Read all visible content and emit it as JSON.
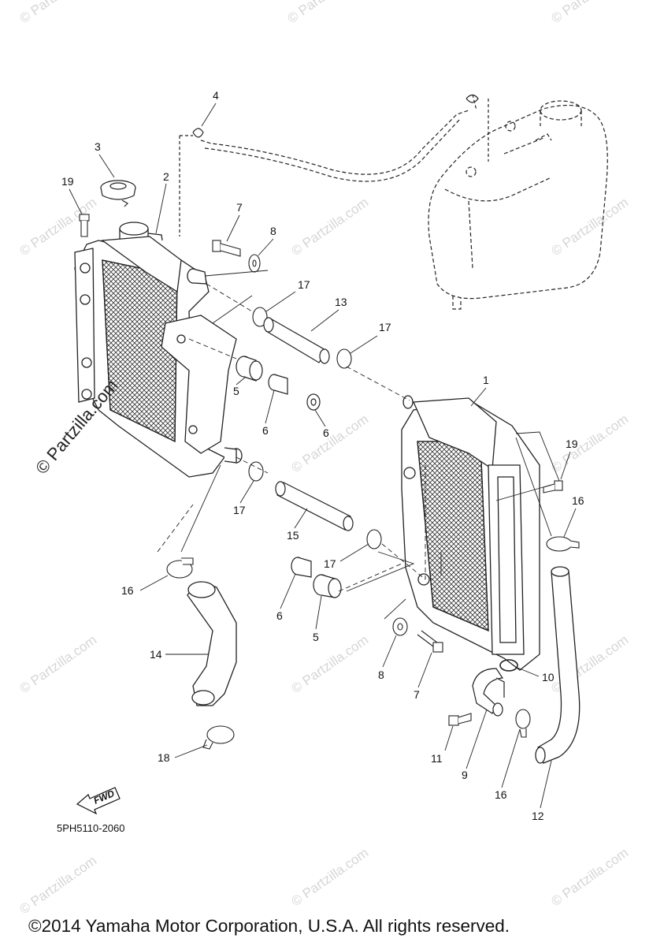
{
  "watermark": "© Partzilla.com",
  "side_watermark": "© Partzilla.com",
  "part_code": "5PH5110-2060",
  "fwd_label": "FWD",
  "copyright": "©2014 Yamaha Motor Corporation, U.S.A. All rights reserved.",
  "callouts": [
    "1",
    "2",
    "3",
    "4",
    "5",
    "6",
    "7",
    "8",
    "9",
    "10",
    "11",
    "12",
    "13",
    "14",
    "15",
    "16",
    "17",
    "18",
    "19"
  ]
}
